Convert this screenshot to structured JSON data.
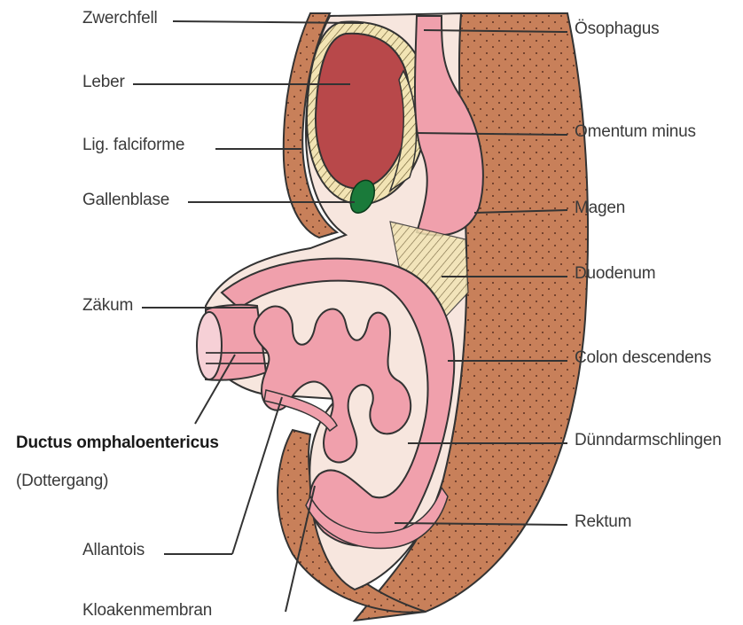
{
  "labels": {
    "zwerchfell": "Zwerchfell",
    "leber": "Leber",
    "lig_falciforme": "Lig. falciforme",
    "gallenblase": "Gallenblase",
    "zakum": "Zäkum",
    "ductus": "Ductus omphaloentericus",
    "dottergang": "(Dottergang)",
    "allantois": "Allantois",
    "kloakenmembran": "Kloakenmembran",
    "osophagus": "Ösophagus",
    "omentum_minus": "Omentum minus",
    "magen": "Magen",
    "duodenum": "Duodenum",
    "colon_descendens": "Colon descendens",
    "dunndarmschlingen": "Dünndarmschlingen",
    "rektum": "Rektum"
  },
  "colors": {
    "body_wall": "#c8805a",
    "liver": "#b8484a",
    "gut": "#f0a0ac",
    "gut_dark": "#d87a88",
    "mesentery": "#f6e0d8",
    "hatch": "#f0e0a8",
    "gallbladder": "#1a7a3a",
    "line": "#333333"
  }
}
